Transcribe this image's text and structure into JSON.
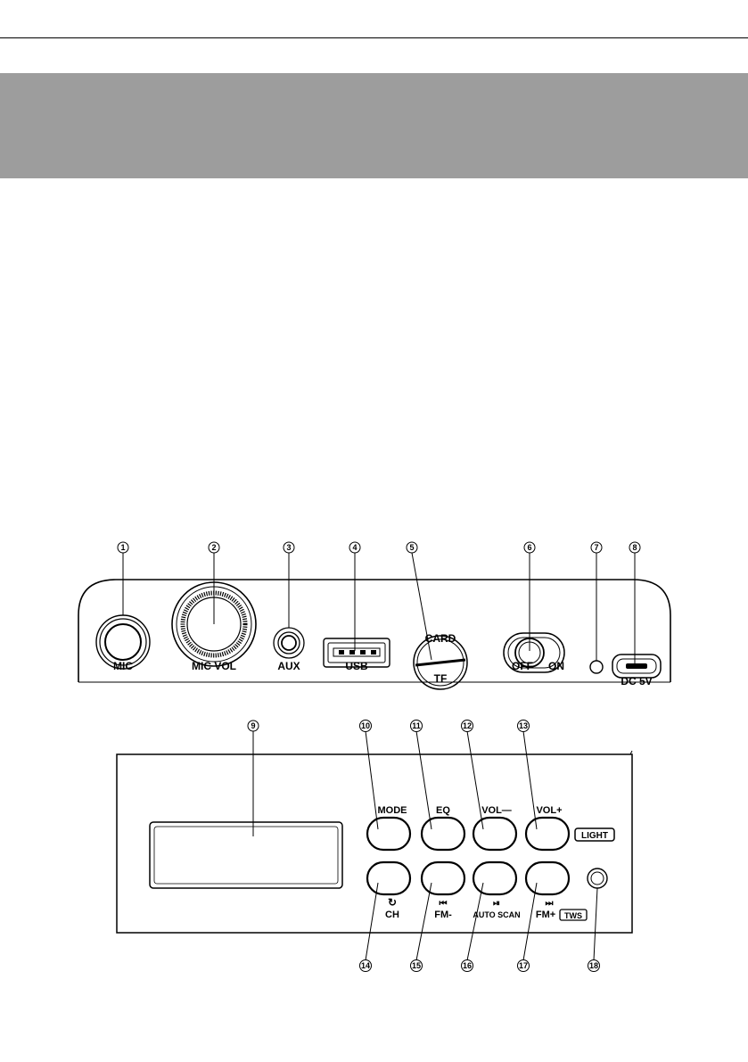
{
  "callouts": {
    "n1": "1",
    "n2": "2",
    "n3": "3",
    "n4": "4",
    "n5": "5",
    "n6": "6",
    "n7": "7",
    "n8": "8",
    "n9": "9",
    "n10": "10",
    "n11": "11",
    "n12": "12",
    "n13": "13",
    "n14": "14",
    "n15": "15",
    "n16": "16",
    "n17": "17",
    "n18": "18"
  },
  "side_panel": {
    "mic": "MIC",
    "mic_vol": "MIC VOL",
    "aux": "AUX",
    "usb": "USB",
    "card": "CARD",
    "tf": "TF",
    "off": "OFF",
    "on": "ON",
    "dc": "DC 5V"
  },
  "front_panel": {
    "mode": "MODE",
    "eq": "EQ",
    "vol_minus": "VOL—",
    "vol_plus": "VOL+",
    "light": "LIGHT",
    "ch": "CH",
    "fm_minus": "FM-",
    "auto_scan": "AUTO SCAN",
    "fm_plus": "FM+",
    "tws": "TWS"
  },
  "icons": {
    "repeat": "repeat-icon",
    "prev": "previous-track-icon",
    "play_pause": "play-pause-icon",
    "next": "next-track-icon"
  }
}
